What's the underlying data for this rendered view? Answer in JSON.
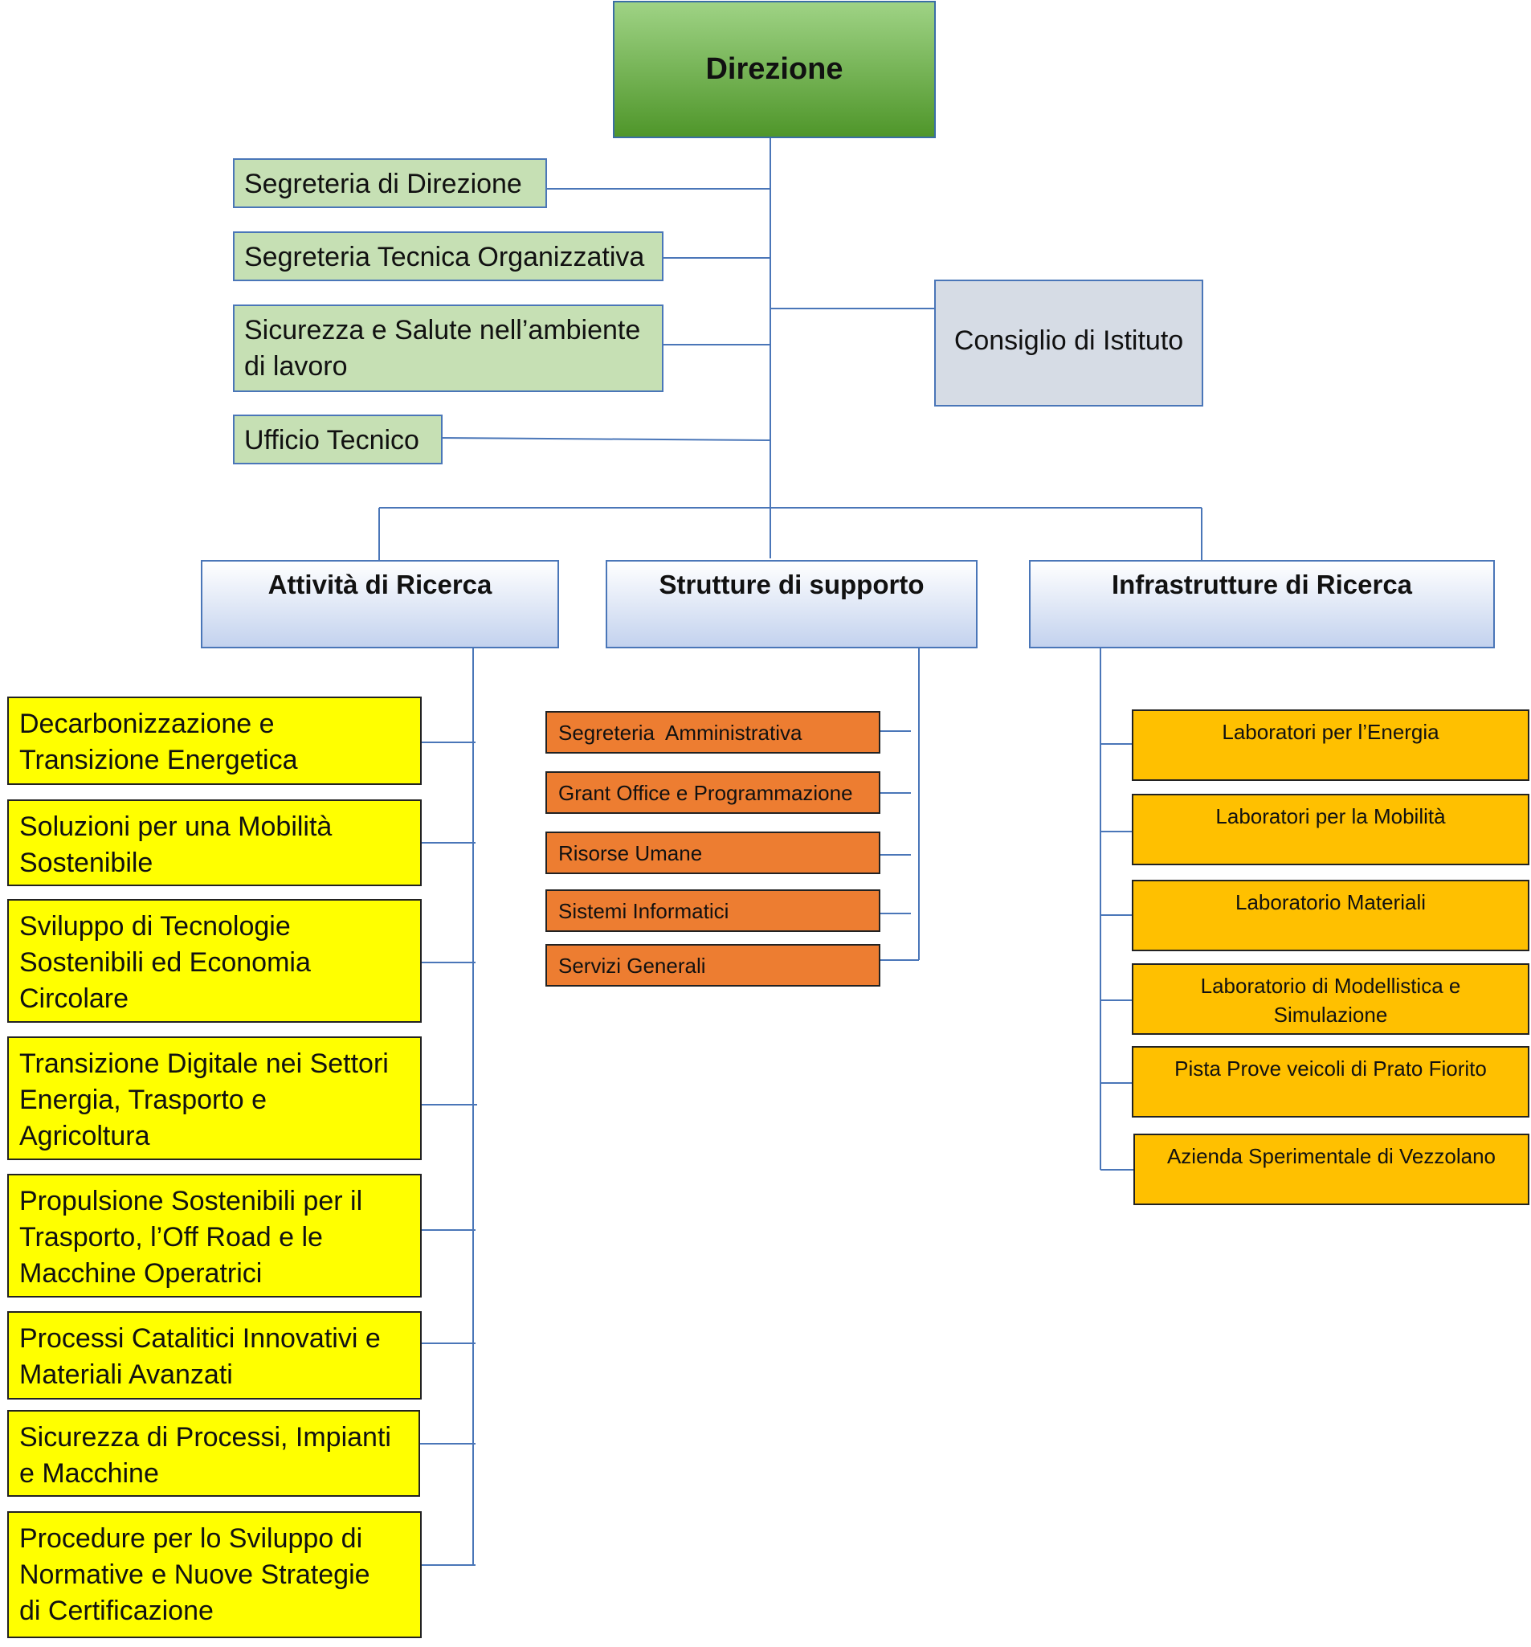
{
  "direzione": "Direzione",
  "staff": [
    "Segreteria di Direzione",
    "Segreteria Tecnica Organizzativa",
    "Sicurezza e Salute nell’ambiente\ndi lavoro",
    "Ufficio Tecnico"
  ],
  "consiglio": "Consiglio di Istituto",
  "sections": {
    "attivita": "Attività di Ricerca",
    "strutture": "Strutture di supporto",
    "infrastrutture": "Infrastrutture di Ricerca"
  },
  "attivita_items": [
    "Decarbonizzazione e\nTransizione Energetica",
    "Soluzioni per una Mobilità\nSostenibile",
    "Sviluppo di Tecnologie\nSostenibili ed Economia\nCircolare",
    "Transizione Digitale nei Settori\nEnergia, Trasporto e\nAgricoltura",
    "Propulsione Sostenibili per il\nTrasporto, l’Off Road e le\nMacchine Operatrici",
    "Processi Catalitici Innovativi e\nMateriali Avanzati",
    "Sicurezza di Processi, Impianti\ne Macchine",
    "Procedure per lo Sviluppo di\nNormative e Nuove Strategie\ndi Certificazione"
  ],
  "strutture_items": [
    "Segreteria  Amministrativa",
    "Grant Office e Programmazione",
    "Risorse Umane",
    "Sistemi Informatici",
    "Servizi Generali"
  ],
  "infrastrutture_items": [
    "Laboratori per l’Energia",
    "Laboratori per la Mobilità",
    "Laboratorio Materiali",
    "Laboratorio di Modellistica e\nSimulazione",
    "Pista Prove veicoli di Prato Fiorito",
    "Azienda Sperimentale di Vezzolano"
  ],
  "colors": {
    "line": "#4a76b8",
    "staff_fill": "#c6e0b4",
    "consiglio_fill": "#d6dce5",
    "yellow_fill": "#ffff00",
    "orange_fill": "#ed7d31",
    "gold_fill": "#ffc000"
  }
}
